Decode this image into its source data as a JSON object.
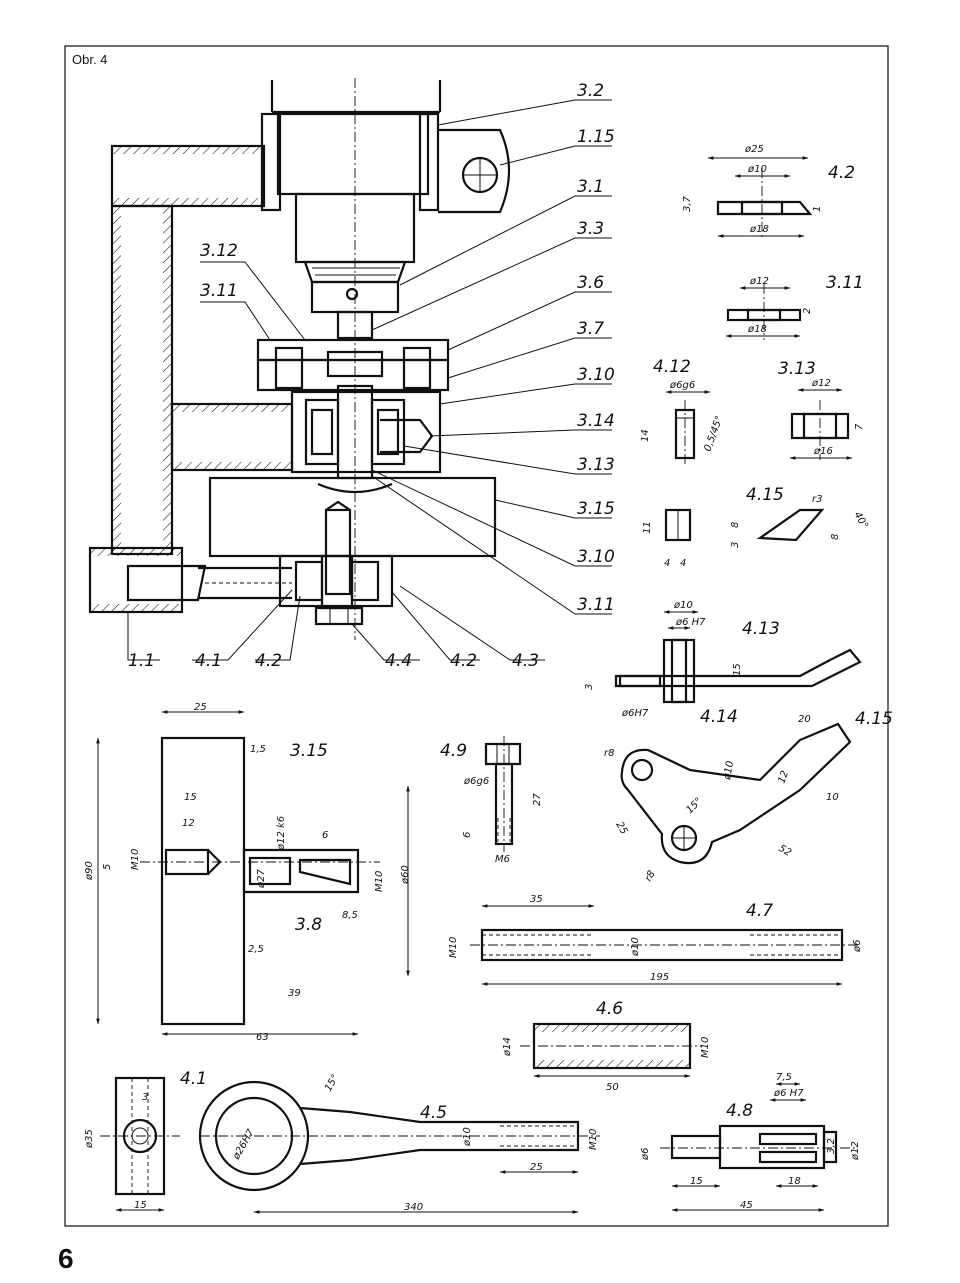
{
  "figure": {
    "caption": "Obr. 4",
    "page_number": "6"
  },
  "labels": {
    "l_3_2": "3.2",
    "l_1_15": "1.15",
    "l_3_1": "3.1",
    "l_3_3": "3.3",
    "l_3_6": "3.6",
    "l_3_7": "3.7",
    "l_3_10a": "3.10",
    "l_3_14": "3.14",
    "l_3_13": "3.13",
    "l_3_15": "3.15",
    "l_3_10b": "3.10",
    "l_3_11a": "3.11",
    "l_3_12": "3.12",
    "l_3_11b": "3.11",
    "l_1_1": "1.1",
    "l_4_1a": "4.1",
    "l_4_2a": "4.2",
    "l_4_4": "4.4",
    "l_4_2b": "4.2",
    "l_4_3": "4.3",
    "p_4_2": "4.2",
    "p_3_11": "3.11",
    "p_4_12": "4.12",
    "p_3_13": "3.13",
    "p_4_15a": "4.15",
    "p_4_13": "4.13",
    "p_4_14": "4.14",
    "p_4_15b": "4.15",
    "p_3_15": "3.15",
    "p_3_8": "3.8",
    "p_4_9": "4.9",
    "p_4_7": "4.7",
    "p_4_6": "4.6",
    "p_4_1": "4.1",
    "p_4_5": "4.5",
    "p_4_8": "4.8"
  },
  "dims": {
    "d42_25": "ø25",
    "d42_10": "ø10",
    "d42_18": "ø18",
    "d42_37": "3,7",
    "d42_1": "1",
    "d311_12": "ø12",
    "d311_18": "ø18",
    "d311_2": "2",
    "d412_6g6": "ø6g6",
    "d412_14": "14",
    "d412_045": "0,5/45°",
    "d313_12": "ø12",
    "d313_16": "ø16",
    "d313_7": "7",
    "d_11": "11",
    "d_4a": "4",
    "d_4b": "4",
    "d415_3": "3",
    "d415_8a": "8",
    "d415_8b": "8",
    "d415_r3": "r3",
    "d415_40": "40°",
    "d413_10": "ø10",
    "d413_6h7a": "ø6 H7",
    "d413_15": "15",
    "d413_3": "3",
    "d413_6h7b": "ø6H7",
    "d415b_20": "20",
    "d415b_r8a": "r8",
    "d415b_010": "ø10",
    "d415b_12": "12",
    "d415b_15": "15°",
    "d415b_10": "10",
    "d415b_25": "25",
    "d415b_r8b": "r8",
    "d415b_52": "52",
    "d315_25": "25",
    "d315_15a": "1,5",
    "d315_15": "15",
    "d315_12": "12",
    "d315_90": "ø90",
    "d315_5": "5",
    "d315_m10a": "M10",
    "d315_27": "ø27",
    "d315_12k6": "ø12 k6",
    "d315_6": "6",
    "d315_m10b": "M10",
    "d315_60": "ø60",
    "d315_85": "8,5",
    "d315_25b": "2,5",
    "d315_39": "39",
    "d315_63": "63",
    "d49_6g6": "ø6g6",
    "d49_27": "27",
    "d49_6": "6",
    "d49_m6": "M6",
    "d47_35": "35",
    "d47_m10": "M10",
    "d47_10": "ø10",
    "d47_6": "ø6",
    "d47_195": "195",
    "d46_14": "ø14",
    "d46_m10": "M10",
    "d46_50": "50",
    "d41_3": "3",
    "d41_35": "ø35",
    "d41_15": "15",
    "d45_26h7": "ø26H7",
    "d45_15": "15°",
    "d45_10": "ø10",
    "d45_m10": "M10",
    "d45_25": "25",
    "d45_340": "340",
    "d48_75": "7,5",
    "d48_6h7": "ø6 H7",
    "d48_6": "ø6",
    "d48_32": "3,2",
    "d48_12": "ø12",
    "d48_15": "15",
    "d48_18": "18",
    "d48_45": "45"
  }
}
